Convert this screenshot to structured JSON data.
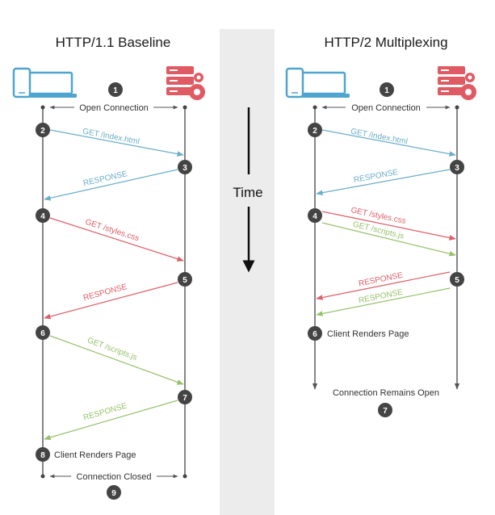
{
  "colors": {
    "blue": "#6aaec9",
    "red": "#dd5f68",
    "green": "#97c16b",
    "step": "#444444",
    "lifeline": "#444444",
    "time_band": "#ececec",
    "device": "#4ea5cf",
    "server": "#e05a63"
  },
  "time_label": "Time",
  "left": {
    "title": "HTTP/1.1 Baseline",
    "steps": {
      "s1": "1",
      "s2": "2",
      "s3": "3",
      "s4": "4",
      "s5": "5",
      "s6": "6",
      "s7": "7",
      "s8": "8",
      "s9": "9"
    },
    "open_connection": "Open Connection",
    "get_index": "GET /index.html",
    "response_1": "RESPONSE",
    "get_styles": "GET /styles.css",
    "response_2": "RESPONSE",
    "get_scripts": "GET /scripts.js",
    "response_3": "RESPONSE",
    "client_renders": "Client Renders Page",
    "connection_closed": "Connection Closed"
  },
  "right": {
    "title": "HTTP/2 Multiplexing",
    "steps": {
      "s1": "1",
      "s2": "2",
      "s3": "3",
      "s4": "4",
      "s5": "5",
      "s6": "6",
      "s7": "7"
    },
    "open_connection": "Open Connection",
    "get_index": "GET /index.html",
    "response_1": "RESPONSE",
    "get_styles": "GET /styles.css",
    "get_scripts": "GET /scripts.js",
    "response_styles": "RESPONSE",
    "response_scripts": "RESPONSE",
    "client_renders": "Client Renders Page",
    "connection_remains": "Connection Remains Open"
  }
}
